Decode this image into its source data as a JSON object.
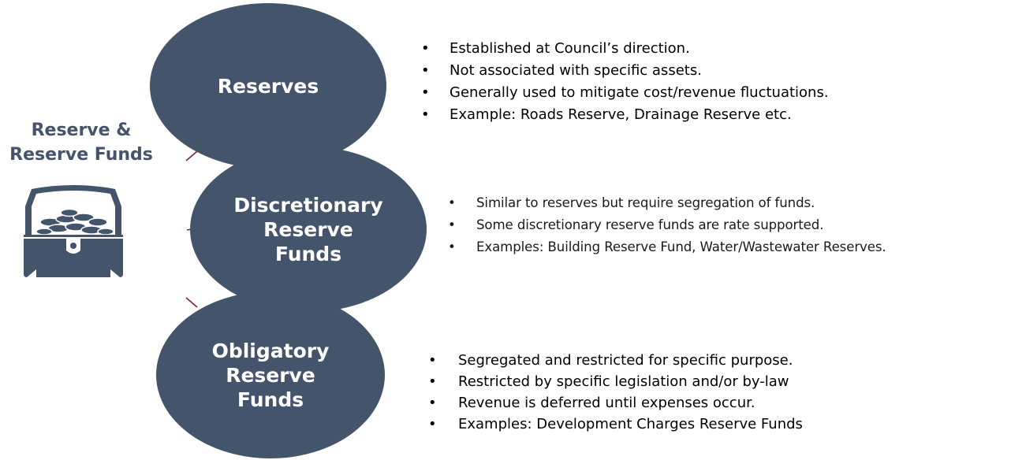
{
  "colors": {
    "oval_fill": "#44546a",
    "oval_text": "#ffffff",
    "title_text": "#44546a",
    "connector": "#7a2040"
  },
  "left_panel": {
    "title_line1": "Reserve &",
    "title_line2": "Reserve Funds",
    "icon": "treasure-chest-icon"
  },
  "categories": [
    {
      "label": "Reserves",
      "bullets": [
        "Established at Council’s direction.",
        "Not associated with specific assets.",
        "Generally used to mitigate cost/revenue fluctuations.",
        "Example: Roads Reserve, Drainage Reserve etc."
      ]
    },
    {
      "label": "Discretionary\nReserve\nFunds",
      "bullets": [
        "Similar to reserves but require segregation of funds.",
        "Some discretionary reserve funds are rate supported.",
        "Examples: Building Reserve Fund, Water/Wastewater Reserves."
      ]
    },
    {
      "label": "Obligatory\nReserve\nFunds",
      "bullets": [
        "Segregated and restricted for specific purpose.",
        "Restricted by specific legislation and/or by-law",
        "Revenue is deferred until expenses occur.",
        "Examples: Development Charges Reserve Funds"
      ]
    }
  ],
  "bullet_symbol": "•"
}
